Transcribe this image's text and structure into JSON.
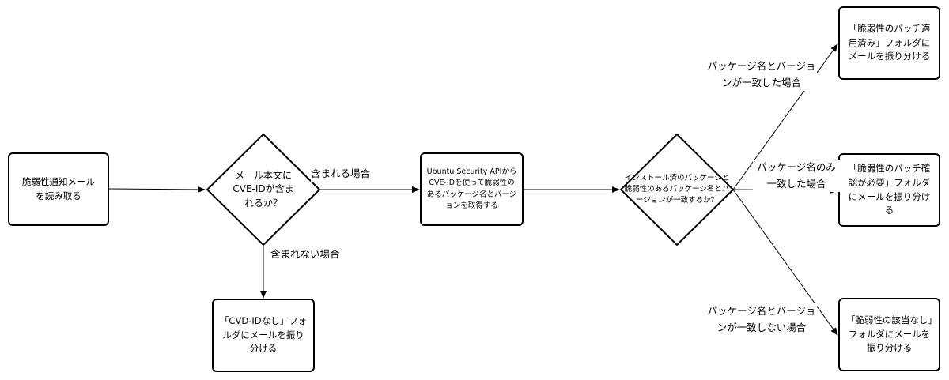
{
  "nodes": {
    "start": "脆弱性通知メールを読み取る",
    "decision1": "メール本文にCVE-IDが含まれるか？",
    "fetch": "Ubuntu Security APIからCVE-IDを使って脆弱性のあるパッケージ名とバージョンを取得する",
    "decision2": "インストール済のパッケージと脆弱性のあるパッケージ名とバージョンが一致するか？",
    "no_cve": "「CVD-IDなし」フォルダにメールを振り分ける",
    "patched": "「脆弱性のパッチ適用済み」フォルダにメールを振り分ける",
    "needs_check": "「脆弱性のパッチ確認が必要」フォルダにメールを振り分ける",
    "not_applicable": "「脆弱性の該当なし」フォルダにメールを振り分ける"
  },
  "edges": {
    "contains": "含まれる場合",
    "not_contains": "含まれない場合",
    "both_match": "パッケージ名とバージョンが一致した場合",
    "name_only": "パッケージ名のみ一致した場合",
    "no_match": "パッケージ名とバージョンが一致しない場合"
  },
  "colors": {
    "stroke": "#000000",
    "background": "#ffffff"
  }
}
